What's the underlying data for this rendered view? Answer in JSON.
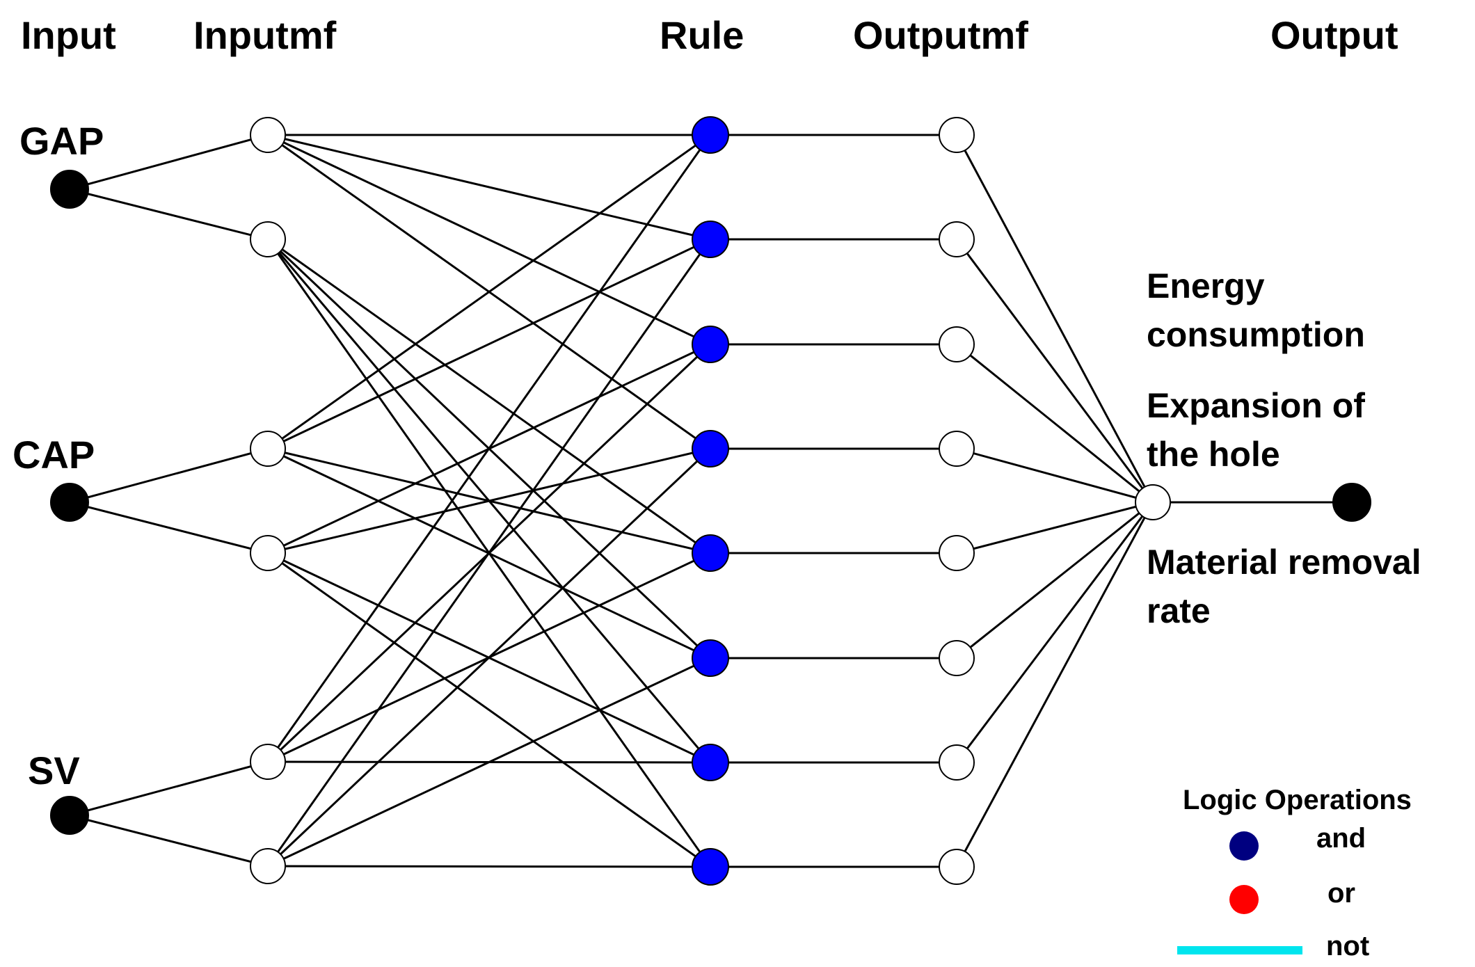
{
  "headers": {
    "input": "Input",
    "inputmf": "Inputmf",
    "rule": "Rule",
    "outputmf": "Outputmf",
    "output": "Output"
  },
  "inputs": [
    "GAP",
    "CAP",
    "SV"
  ],
  "outputs": {
    "line1": "Energy",
    "line2": "consumption",
    "line3": "Expansion of",
    "line4": "the hole",
    "line5": "Material removal",
    "line6": "rate"
  },
  "legend": {
    "title": "Logic Operations",
    "and_label": "and",
    "or_label": "or",
    "not_label": "not"
  },
  "colors": {
    "input_node": "#000000",
    "mf_node": "#ffffff",
    "rule_node": "#0000ff",
    "and": "#000080",
    "or": "#ff0000",
    "not": "#00e5ee"
  },
  "counts": {
    "input_mfs": 6,
    "rules": 8,
    "output_mfs": 8
  },
  "connections": {
    "input_to_mf": [
      [
        0,
        0
      ],
      [
        0,
        1
      ],
      [
        1,
        2
      ],
      [
        1,
        3
      ],
      [
        2,
        4
      ],
      [
        2,
        5
      ]
    ],
    "mf_to_rule": [
      [
        0,
        0
      ],
      [
        0,
        1
      ],
      [
        0,
        2
      ],
      [
        0,
        3
      ],
      [
        1,
        4
      ],
      [
        1,
        5
      ],
      [
        1,
        6
      ],
      [
        1,
        7
      ],
      [
        2,
        0
      ],
      [
        2,
        1
      ],
      [
        2,
        4
      ],
      [
        2,
        5
      ],
      [
        3,
        2
      ],
      [
        3,
        3
      ],
      [
        3,
        6
      ],
      [
        3,
        7
      ],
      [
        4,
        0
      ],
      [
        4,
        2
      ],
      [
        4,
        4
      ],
      [
        4,
        6
      ],
      [
        5,
        1
      ],
      [
        5,
        3
      ],
      [
        5,
        5
      ],
      [
        5,
        7
      ]
    ]
  }
}
